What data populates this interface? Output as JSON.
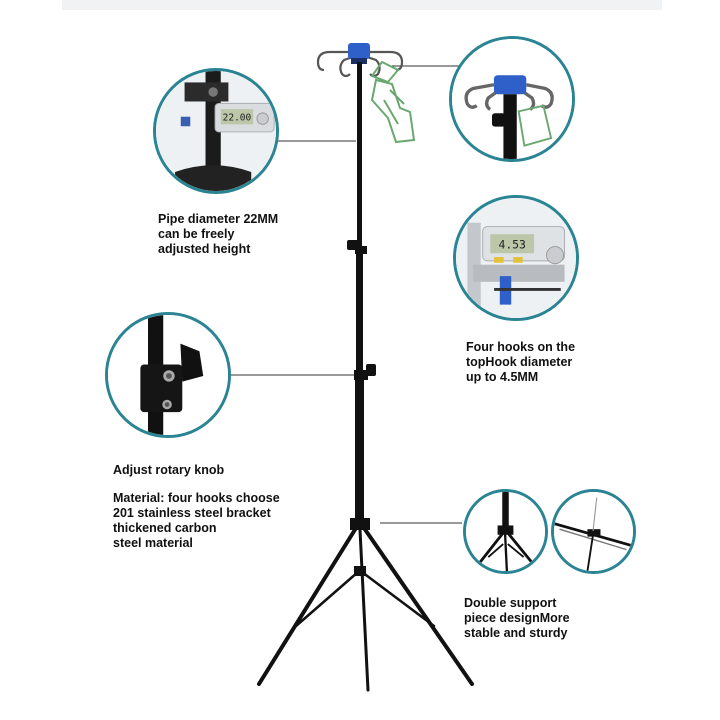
{
  "captions": {
    "pipe": {
      "lines": [
        "Pipe diameter 22MM",
        "can be freely",
        "adjusted height"
      ]
    },
    "hooks": {
      "lines": [
        "Four hooks on the",
        "topHook diameter",
        "up to 4.5MM"
      ]
    },
    "knob": {
      "lines": [
        "Adjust rotary knob"
      ]
    },
    "material": {
      "lines": [
        "Material: four hooks choose",
        "201 stainless steel bracket",
        "thickened carbon",
        "steel material"
      ]
    },
    "support": {
      "lines": [
        "Double support",
        "piece designMore",
        "stable and sturdy"
      ]
    }
  },
  "caliper_readings": {
    "pipe": "22.00",
    "hook": "4.53"
  },
  "colors": {
    "accent_ring": "#2a8494",
    "hook_cap": "#2f5fc8",
    "frame": "#111111"
  }
}
